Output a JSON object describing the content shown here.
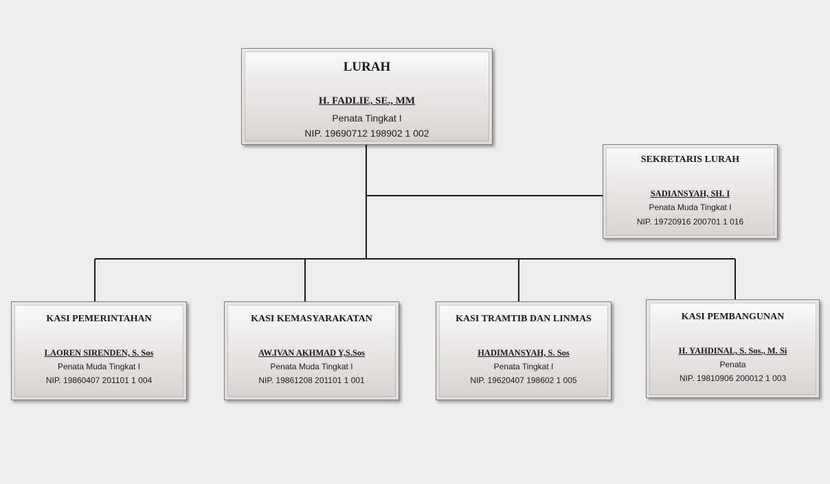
{
  "org_chart": {
    "lurah": {
      "title": "LURAH",
      "name": "H. FADLIE, SE., MM",
      "rank": "Penata Tingkat I",
      "nip": "NIP. 19690712 198902 1 002"
    },
    "sekretaris": {
      "title": "SEKRETARIS LURAH",
      "name": "SADIANSYAH, SH. I",
      "rank": "Penata Muda Tingkat I",
      "nip": "NIP. 19720916 200701 1 016"
    },
    "kasi": [
      {
        "title": "KASI PEMERINTAHAN",
        "name": "LAOREN SIRENDEN, S. Sos",
        "rank": "Penata Muda Tingkat I",
        "nip": "NIP. 19860407 201101 1 004"
      },
      {
        "title": "KASI KEMASYARAKATAN",
        "name": "AW.IVAN AKHMAD Y,S.Sos",
        "rank": "Penata Muda Tingkat I",
        "nip": "NIP. 19861208 201101 1 001"
      },
      {
        "title": "KASI TRAMTIB DAN LINMAS",
        "name": "HADIMANSYAH, S. Sos",
        "rank": "Penata Tingkat I",
        "nip": "NIP. 19620407 198602 1 005"
      },
      {
        "title": "KASI PEMBANGUNAN",
        "name": "H. YAHDINAL, S. Sos., M. Si",
        "rank": "Penata",
        "nip": "NIP. 19810906 200012 1 003"
      }
    ]
  },
  "colors": {
    "background": "#eeecec",
    "connector": "#1a1a1a",
    "box_border": "#7c7876"
  }
}
